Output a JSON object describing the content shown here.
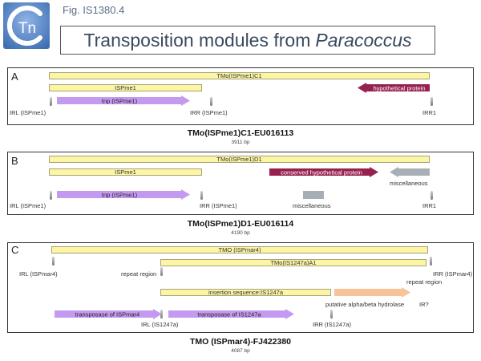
{
  "header": {
    "logo_text": "Tn",
    "fig_label": "Fig. IS1380.4",
    "title_main": "Transposition modules from",
    "title_genus": "Paracoccus"
  },
  "colors": {
    "bar_fill": "#fbf5a4",
    "bar_border": "#a8a37a",
    "tnp_arrow": "#c49af0",
    "hypothetical_arrow": "#96204e",
    "misc_gray": "#a8aeb5",
    "hydrolase_arrow": "#f6c39a",
    "logo_blue": "#3f6fb2"
  },
  "panel_a": {
    "label": "A",
    "bar_tmo": "TMo(ISPme1)C1",
    "bar_is": "ISPme1",
    "arrow_tnp": "tnp (ISPme1)",
    "arrow_hyp": "hypothetical protein",
    "irl": "IRL (ISPme1)",
    "irr": "IRR (ISPme1)",
    "irr1": "IRR1",
    "caption": "TMo(ISPme1)C1-EU016113",
    "bp": "3911 bp"
  },
  "panel_b": {
    "label": "B",
    "bar_tmo": "TMo(ISPme1)D1",
    "bar_is": "ISPme1",
    "arrow_hyp": "conserved hypothetical protein",
    "arrow_tnp": "tnp (ISPme1)",
    "misc_top": "miscellaneous",
    "misc_mid": "miscellaneous",
    "irl": "IRL (ISPme1)",
    "irr": "IRR (ISPme1)",
    "irr1": "IRR1",
    "caption": "TMo(ISPme1)D1-EU016114",
    "bp": "4190 bp"
  },
  "panel_c": {
    "label": "C",
    "bar_tmo": "TMO (ISPmar4)",
    "bar_tmo2": "TMo(IS1247a)A1",
    "bar_ins": "insertion sequence:IS1247a",
    "arrow_hydrolase": "putative alpha/beta hydrolase",
    "arrow_tp4": "transposase of ISPmar4",
    "arrow_tp1247": "transposase of IS1247a",
    "irl_mar4": "IRL (ISPmar4)",
    "repeat_region_1": "repeat region",
    "irr_mar4": "IRR (ISPmar4)",
    "repeat_region_2": "repeat region",
    "ir_q": "IR?",
    "irl_1247": "IRL (IS1247a)",
    "irr_1247": "IRR (IS1247a)",
    "caption": "TMO (ISPmar4)-FJ422380",
    "bp": "4087 bp"
  }
}
